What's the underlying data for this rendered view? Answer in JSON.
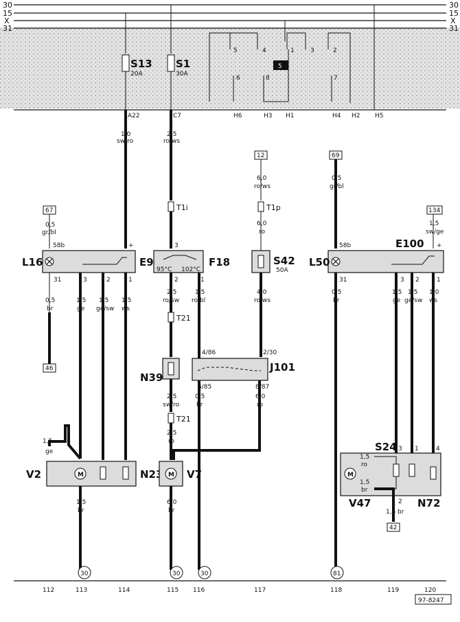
{
  "rails": [
    "30",
    "15",
    "X",
    "31"
  ],
  "relay_panel": {
    "fuse_si13": "S13",
    "fuse_si13_rating": "20A",
    "fuse_si": "S1",
    "fuse_si_rating": "30A",
    "relay_tag": "5",
    "pins": [
      "5",
      "4",
      "1",
      "3",
      "2",
      "6",
      "8",
      "7"
    ],
    "connectors": [
      "A22",
      "C7",
      "H6",
      "H3",
      "H1",
      "H4",
      "H2",
      "H5"
    ]
  },
  "wires": {
    "w_a22": {
      "size": "1,0",
      "color": "sw/ro"
    },
    "w_c7": {
      "size": "2,5",
      "color": "ro/ws"
    },
    "w_12": {
      "size": "6,0",
      "color": "ro/ws"
    },
    "w_69": {
      "size": "0,5",
      "color": "gr/bl"
    },
    "w_67": {
      "size": "0,5",
      "color": "gr/bl"
    },
    "w_134": {
      "size": "1,5",
      "color": "sw/ge"
    },
    "w_t1p": {
      "size": "6,0",
      "color": "ro"
    },
    "w_l16_31": {
      "size": "0,5",
      "color": "br"
    },
    "w_e9_3": {
      "size": "1,5",
      "color": "ge"
    },
    "w_e9_2": {
      "size": "1,5",
      "color": "ge/sw"
    },
    "w_e9_1": {
      "size": "1,5",
      "color": "ws"
    },
    "w_f18_2": {
      "size": "2,5",
      "color": "ro/sw"
    },
    "w_f18_1": {
      "size": "1,5",
      "color": "ro/bl"
    },
    "w_s42_out": {
      "size": "4,0",
      "color": "ro/ws"
    },
    "w_n39_out": {
      "size": "2,5",
      "color": "sw/ro"
    },
    "w_t21b": {
      "size": "2,5",
      "color": "ro"
    },
    "w_j101_685": {
      "size": "0,5",
      "color": "br"
    },
    "w_j101_887": {
      "size": "6,0",
      "color": "ro"
    },
    "w_l50_31": {
      "size": "0,5",
      "color": "br"
    },
    "w_e100_3": {
      "size": "1,5",
      "color": "ge"
    },
    "w_e100_2": {
      "size": "1,5",
      "color": "ge/sw"
    },
    "w_e100_1": {
      "size": "1,0",
      "color": "ws"
    },
    "w_v2_in": {
      "size": "1,5",
      "color": "ge"
    },
    "w_v2_out": {
      "size": "1,5",
      "color": "br"
    },
    "w_v7_out": {
      "size": "6,0",
      "color": "br"
    },
    "w_v47_out": {
      "size": "1,5",
      "color": "br"
    },
    "w_v47_ro": {
      "size": "1,5",
      "color": "ro"
    },
    "w_v47_br": {
      "size": "1,5",
      "color": "br"
    }
  },
  "refs": {
    "r12": "12",
    "r69": "69",
    "r67": "67",
    "r134": "134",
    "r46": "46",
    "r42": "42"
  },
  "ground_refs": [
    "30",
    "30",
    "30",
    "81"
  ],
  "components": {
    "L16": "L16",
    "E9": "E9",
    "F18": "F18",
    "S42": "S42",
    "S42_rating": "50A",
    "L50": "L50",
    "E100": "E100",
    "N39": "N39",
    "J101": "J101",
    "V2": "V2",
    "N23": "N23",
    "V7": "V7",
    "S24": "S24",
    "V47": "V47",
    "N72": "N72",
    "T1i": "T1i",
    "T1p": "T1p",
    "T21a": "T21",
    "T21b": "T21",
    "f18_95": "95°C",
    "f18_102": "102°C"
  },
  "pins": {
    "l16_58b": "58b",
    "l16_31": "31",
    "e9_3": "3",
    "e9_2": "2",
    "e9_1": "1",
    "e9_plus": "+",
    "f18_3": "3",
    "f18_2": "2",
    "f18_1": "1",
    "l50_58b": "58b",
    "l50_31": "31",
    "e100_3": "3",
    "e100_2": "2",
    "e100_1": "1",
    "e100_plus": "+",
    "j101_486": "4/86",
    "j101_230": "2/30",
    "j101_685": "6/85",
    "j101_887": "8/87",
    "s24_3": "3",
    "s24_1": "1",
    "s24_4": "4",
    "v47_2": "2"
  },
  "current_tracks": [
    "112",
    "113",
    "114",
    "115",
    "116",
    "117",
    "118",
    "119",
    "120"
  ],
  "doc_number": "97-8247"
}
